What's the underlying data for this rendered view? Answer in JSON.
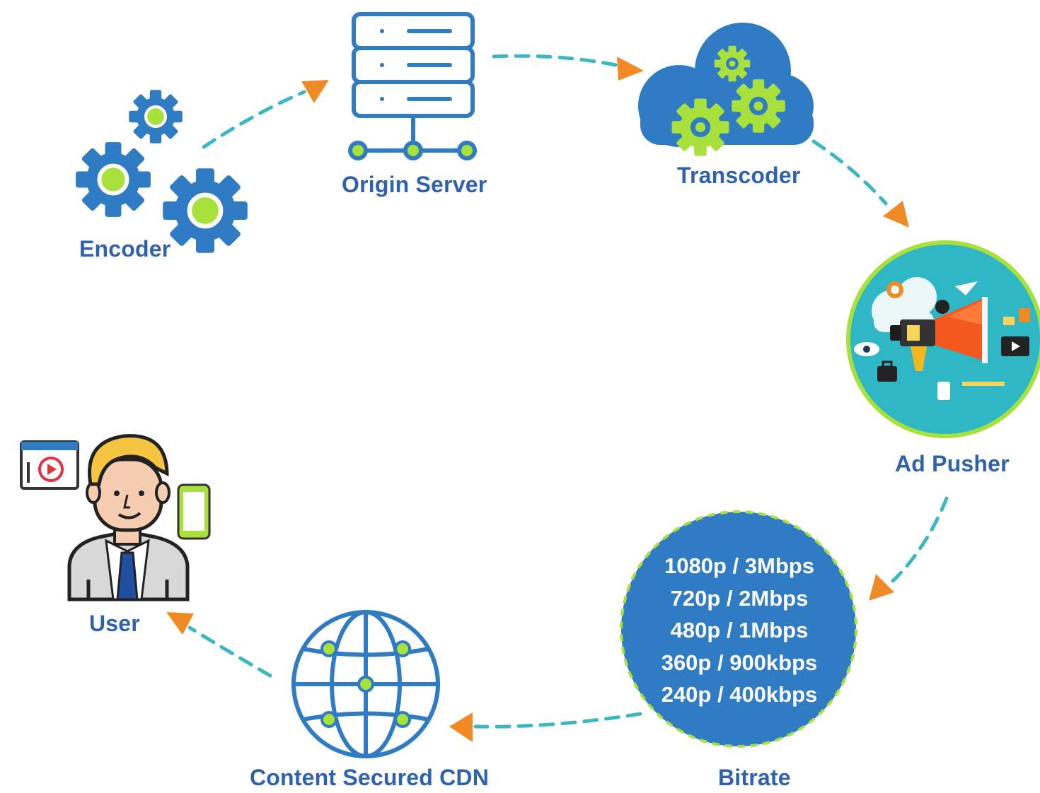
{
  "nodes": {
    "encoder": "Encoder",
    "origin_server": "Origin Server",
    "transcoder": "Transcoder",
    "ad_pusher": "Ad Pusher",
    "bitrate": "Bitrate",
    "cdn": "Content Secured CDN",
    "user": "User"
  },
  "bitrate_options": [
    "1080p / 3Mbps",
    "720p / 2Mbps",
    "480p / 1Mbps",
    "360p / 900kbps",
    "240p / 400kbps"
  ],
  "colors": {
    "primary_blue": "#2f7bc4",
    "label_blue": "#2f62ae",
    "accent_green": "#a8e03c",
    "arrow_teal": "#3bb7c4",
    "arrow_orange": "#f08a24",
    "ad_teal": "#2fb7c6"
  },
  "icons": {
    "encoder": "gears-icon",
    "origin_server": "server-rack-icon",
    "transcoder": "cloud-gears-icon",
    "ad_pusher": "megaphone-icon",
    "cdn": "globe-network-icon",
    "user": "person-icon"
  }
}
